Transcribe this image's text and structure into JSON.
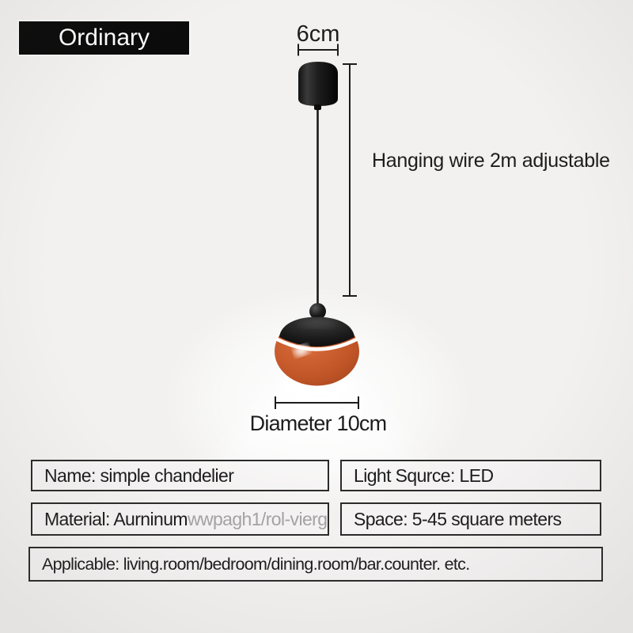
{
  "badge": {
    "label": "Ordinary"
  },
  "annotations": {
    "canopy_width": "6cm",
    "wire_length": "Hanging wire 2m adjustable",
    "diameter": "Diameter 10cm"
  },
  "specs": {
    "name": "Name: simple chandelier",
    "light_source": "Light Squrce: LED",
    "material_main": "Material: Aurninum",
    "material_faded": " wwpagh1/rol-vierg",
    "space": "Space: 5-45 square meters",
    "applicable": "Applicable: living.room/bedroom/dining.room/bar.counter. etc."
  },
  "colors": {
    "background": "#f2f1f0",
    "badge_bg": "#0b0b0b",
    "badge_text": "#ffffff",
    "fixture_black": "#161616",
    "lamp_orange": "#c55a2b",
    "dimension_line": "#1c1c1c",
    "text": "#1d1d1d",
    "faded_text": "#a3a3a3",
    "box_border": "#2b2b2b"
  }
}
